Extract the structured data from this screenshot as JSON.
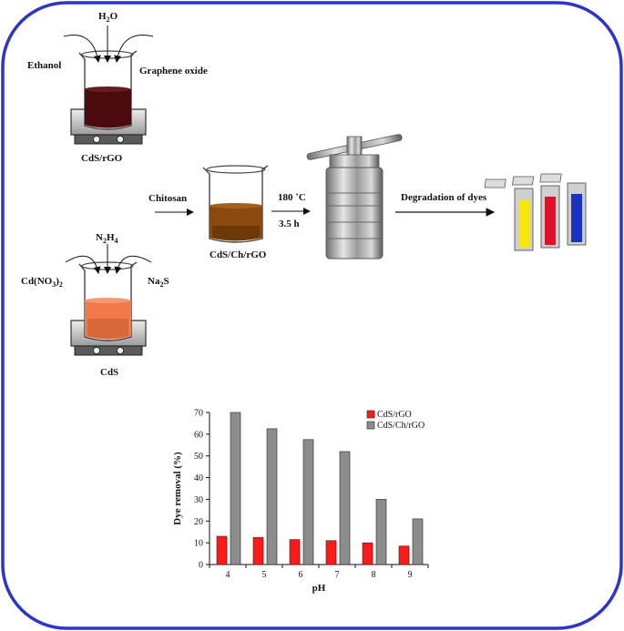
{
  "colors": {
    "frame": "#2b35c9",
    "cds_rgo_series": "#ff1a1a",
    "cds_ch_rgo_series": "#8c8c8c",
    "rgo_liquid": "#4a0a0e",
    "ch_rgo_liquid": "#8a4a0e",
    "cds_liquid": "#f27a4a",
    "dye_yellow": "#f5e80a",
    "dye_red": "#e0102a",
    "dye_blue": "#1a32c8"
  },
  "scheme": {
    "top_beaker": {
      "water": "H",
      "water_sub": "2",
      "water_tail": "O",
      "ethanol": "Ethanol",
      "graphene_oxide": "Graphene oxide",
      "product": "CdS/rGO"
    },
    "bottom_beaker": {
      "hydrazine_a": "N",
      "hydrazine_sub1": "2",
      "hydrazine_b": "H",
      "hydrazine_sub2": "4",
      "cd_nitrate_a": "Cd(NO",
      "cd_nitrate_sub1": "3",
      "cd_nitrate_b": ")",
      "cd_nitrate_sub2": "2",
      "sodium_sulfide_a": "Na",
      "sodium_sulfide_sub": "2",
      "sodium_sulfide_b": "S",
      "product": "CdS"
    },
    "chitosan": "Chitosan",
    "middle_product": "CdS/Ch/rGO",
    "temperature": "180 ˚C",
    "time": "3.5 h",
    "degradation": "Degradation of dyes"
  },
  "chart_data": {
    "type": "bar",
    "categories": [
      "4",
      "5",
      "6",
      "7",
      "8",
      "9"
    ],
    "series": [
      {
        "name": "CdS/rGO",
        "values": [
          13,
          12.5,
          11.5,
          11,
          10,
          8.5
        ]
      },
      {
        "name": "CdS/Ch/rGO",
        "values": [
          70,
          62.5,
          57.5,
          52,
          30,
          21
        ]
      }
    ],
    "xlabel": "pH",
    "ylabel": "Dye removal (%)",
    "ylim": [
      0,
      70
    ],
    "yticks": [
      "0",
      "10",
      "20",
      "30",
      "40",
      "50",
      "60",
      "70"
    ],
    "legend_position": "top-right",
    "grid": false
  }
}
